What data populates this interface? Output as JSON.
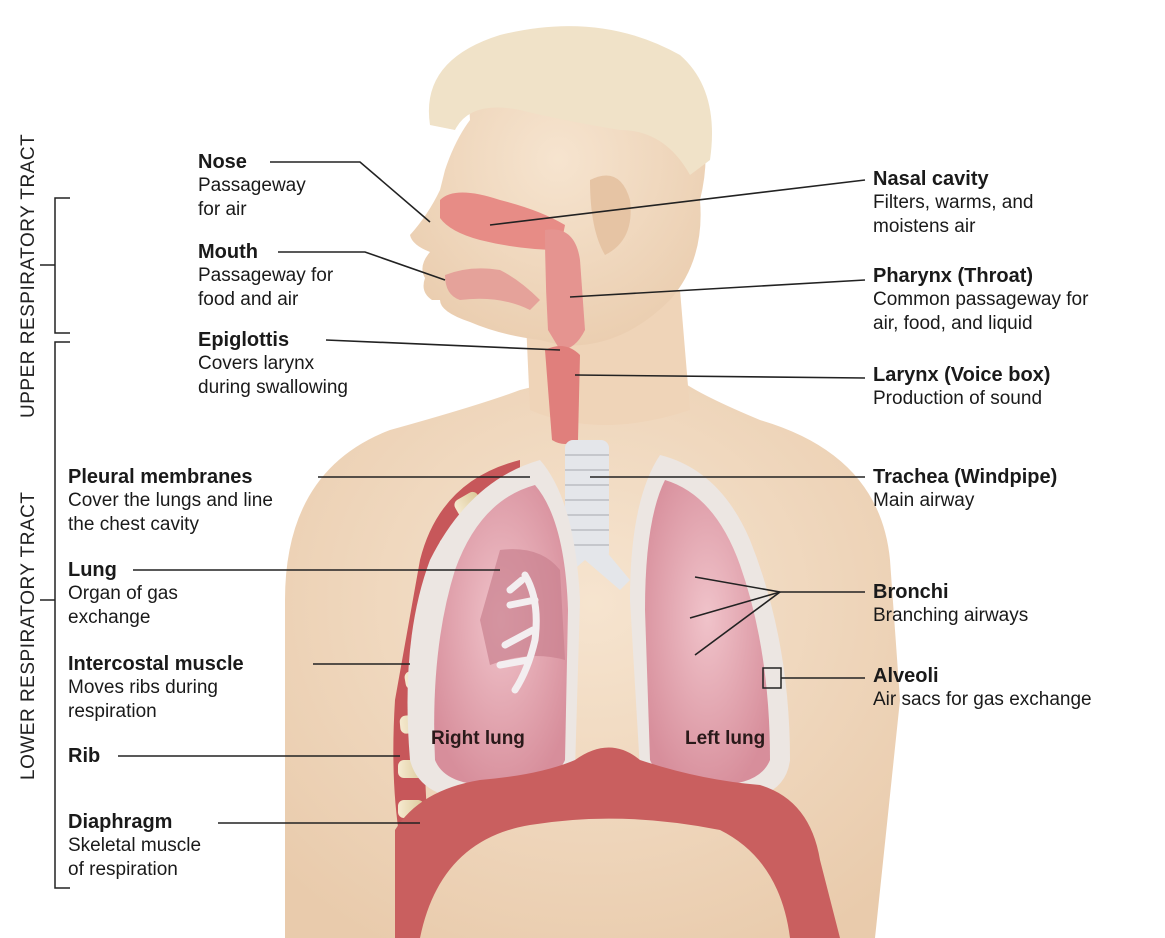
{
  "tract_labels": {
    "upper": "UPPER RESPIRATORY TRACT",
    "lower": "LOWER RESPIRATORY TRACT"
  },
  "structures": {
    "nose": {
      "name": "Nose",
      "desc": [
        "Passageway",
        "for air"
      ]
    },
    "mouth": {
      "name": "Mouth",
      "desc": [
        "Passageway for",
        "food and air"
      ]
    },
    "epiglottis": {
      "name": "Epiglottis",
      "desc": [
        "Covers larynx",
        "during swallowing"
      ]
    },
    "pleural": {
      "name": "Pleural membranes",
      "desc": [
        "Cover the lungs and line",
        "the chest cavity"
      ]
    },
    "lung": {
      "name": "Lung",
      "desc": [
        "Organ of gas",
        "exchange"
      ]
    },
    "intercostal": {
      "name": "Intercostal muscle",
      "desc": [
        "Moves ribs during",
        "respiration"
      ]
    },
    "rib": {
      "name": "Rib",
      "desc": []
    },
    "diaphragm": {
      "name": "Diaphragm",
      "desc": [
        "Skeletal muscle",
        "of respiration"
      ]
    },
    "nasal": {
      "name": "Nasal cavity",
      "desc": [
        "Filters, warms, and",
        "moistens air"
      ]
    },
    "pharynx": {
      "name": "Pharynx (Throat)",
      "desc": [
        "Common passageway for",
        "air, food, and liquid"
      ]
    },
    "larynx": {
      "name": "Larynx (Voice box)",
      "desc": [
        "Production of sound"
      ]
    },
    "trachea": {
      "name": "Trachea (Windpipe)",
      "desc": [
        "Main airway"
      ]
    },
    "bronchi": {
      "name": "Bronchi",
      "desc": [
        "Branching airways"
      ]
    },
    "alveoli": {
      "name": "Alveoli",
      "desc": [
        "Air sacs for gas exchange"
      ]
    }
  },
  "lung_labels": {
    "right": "Right lung",
    "left": "Left lung"
  },
  "colors": {
    "skin": "#f2dcc3",
    "skin_shadow": "#e3c3a3",
    "hair": "#efe1c8",
    "airway": "#e8938c",
    "lung": "#e7b3bc",
    "lung_dark": "#c9808f",
    "pleura": "#ece6e2",
    "muscle": "#c7575a",
    "rib": "#efe1bd",
    "trachea": "#e4e6ea"
  }
}
